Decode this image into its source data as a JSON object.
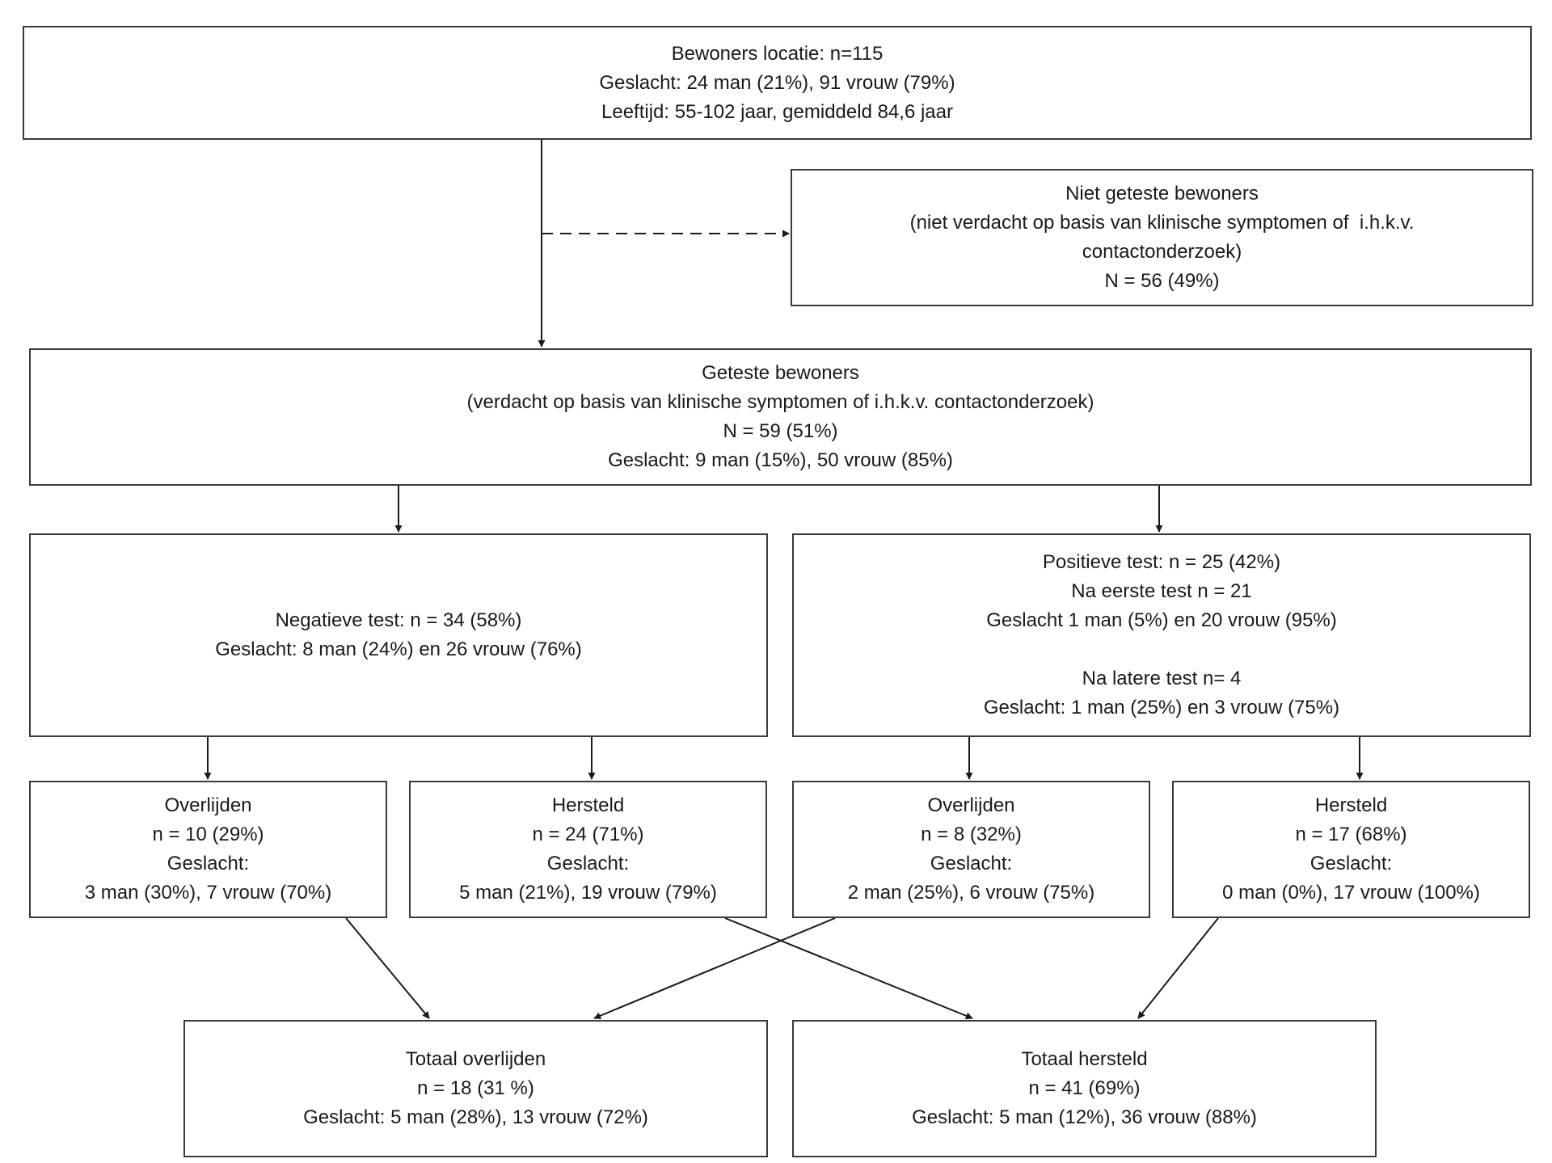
{
  "boxes": {
    "residents_location": [
      "Bewoners locatie: n=115",
      "Geslacht: 24 man (21%), 91 vrouw (79%)",
      "Leeftijd: 55-102 jaar, gemiddeld 84,6 jaar"
    ],
    "not_tested": [
      "Niet geteste bewoners",
      "(niet verdacht op basis van klinische symptomen of  i.h.k.v.",
      "contactonderzoek)",
      "N = 56 (49%)"
    ],
    "tested": [
      "Geteste bewoners",
      "(verdacht op basis van klinische symptomen of i.h.k.v. contactonderzoek)",
      "N = 59 (51%)",
      "Geslacht: 9 man (15%), 50 vrouw (85%)"
    ],
    "negative": [
      "Negatieve test: n = 34 (58%)",
      "Geslacht: 8 man (24%) en 26 vrouw (76%)"
    ],
    "positive_first": [
      "Positieve test: n = 25 (42%)",
      "Na eerste test n = 21",
      "Geslacht 1 man (5%) en 20 vrouw (95%)"
    ],
    "positive_later": [
      "Na latere test n= 4",
      "Geslacht: 1 man (25%) en 3 vrouw (75%)"
    ],
    "neg_deceased": [
      "Overlijden",
      "n = 10 (29%)",
      "Geslacht:",
      "3 man (30%), 7 vrouw (70%)"
    ],
    "neg_recovered": [
      "Hersteld",
      "n = 24 (71%)",
      "Geslacht:",
      "5 man (21%), 19 vrouw (79%)"
    ],
    "pos_deceased": [
      "Overlijden",
      "n = 8 (32%)",
      "Geslacht:",
      "2 man (25%), 6 vrouw (75%)"
    ],
    "pos_recovered": [
      "Hersteld",
      "n = 17 (68%)",
      "Geslacht:",
      "0 man (0%), 17 vrouw (100%)"
    ],
    "total_deceased": [
      "Totaal overlijden",
      "n = 18 (31 %)",
      "Geslacht: 5 man (28%), 13 vrouw (72%)"
    ],
    "total_recovered": [
      "Totaal hersteld",
      "n = 41 (69%)",
      "Geslacht: 5 man (12%), 36 vrouw (88%)"
    ]
  },
  "colors": {
    "line": "#1a1a1a",
    "border": "#3a3a3a",
    "text": "#1a1a1a"
  }
}
